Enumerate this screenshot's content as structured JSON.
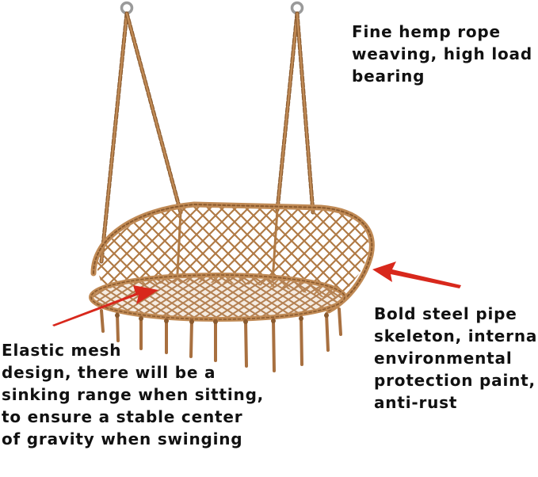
{
  "product": "hanging hammock swing chair",
  "colors": {
    "rope": "#b07a45",
    "rope_dark": "#8a5a2e",
    "frame": "#c08a55",
    "arrow": "#d8281c",
    "hook": "#9a9a9a",
    "text": "#111111",
    "background": "#ffffff"
  },
  "callouts": {
    "rope": [
      "Fine hemp rope",
      "weaving, high load",
      "bearing"
    ],
    "frame": [
      "Bold steel pipe",
      "skeleton, internal",
      "environmental",
      "protection paint,",
      "anti-rust"
    ],
    "mesh": [
      "Elastic mesh",
      "design, there will be a",
      "sinking range when sitting,",
      "to ensure a stable center",
      "of gravity when swinging"
    ]
  },
  "icons": {
    "hook": "ring-hook-icon",
    "arrow": "red-arrow-icon"
  }
}
